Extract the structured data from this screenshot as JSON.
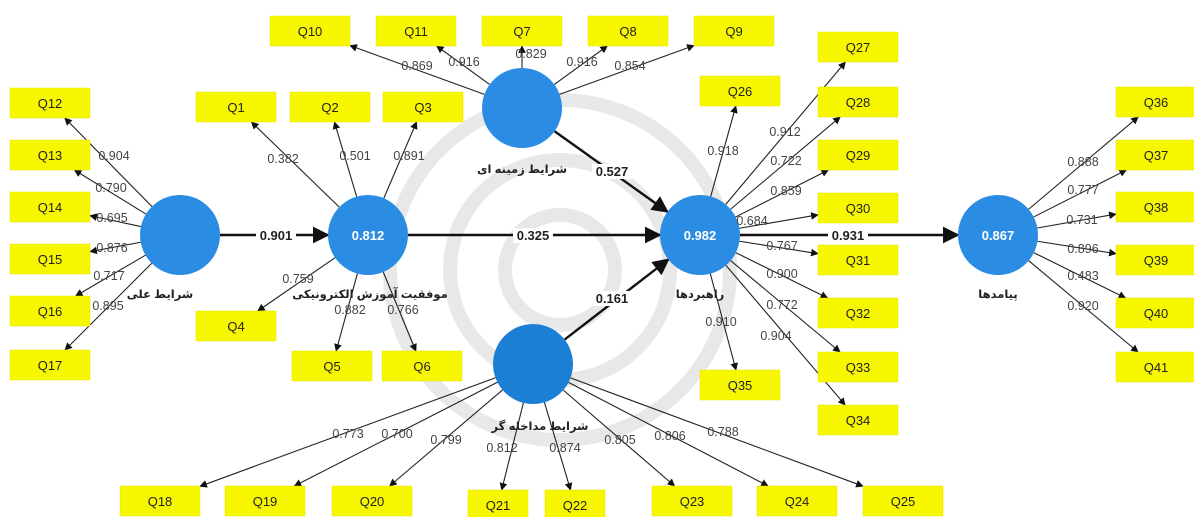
{
  "latent": {
    "causal": {
      "name": "شرایط علی",
      "value": "",
      "color": "#2b8ce3"
    },
    "elearning": {
      "name": "موفقیت آموزش الکترونیکی",
      "value": "0.812",
      "color": "#2b8ce3"
    },
    "context": {
      "name": "شرایط زمینه ای",
      "value": "",
      "color": "#2b8ce3"
    },
    "intervening": {
      "name": "شرایط مداخله گر",
      "value": "",
      "color": "#1c7fd6"
    },
    "strategies": {
      "name": "راهبردها",
      "value": "0.982",
      "color": "#2b8ce3"
    },
    "outcomes": {
      "name": "پیامدها",
      "value": "0.867",
      "color": "#2b8ce3"
    }
  },
  "paths": {
    "causal_elearning": "0.901",
    "elearning_strategies": "0.325",
    "context_strategies": "0.527",
    "intervening_strategies": "0.161",
    "strategies_outcomes": "0.931"
  },
  "indicators": {
    "q1": "Q1",
    "q2": "Q2",
    "q3": "Q3",
    "q4": "Q4",
    "q5": "Q5",
    "q6": "Q6",
    "q7": "Q7",
    "q8": "Q8",
    "q9": "Q9",
    "q10": "Q10",
    "q11": "Q11",
    "q12": "Q12",
    "q13": "Q13",
    "q14": "Q14",
    "q15": "Q15",
    "q16": "Q16",
    "q17": "Q17",
    "q18": "Q18",
    "q19": "Q19",
    "q20": "Q20",
    "q21": "Q21",
    "q22": "Q22",
    "q23": "Q23",
    "q24": "Q24",
    "q25": "Q25",
    "q26": "Q26",
    "q27": "Q27",
    "q28": "Q28",
    "q29": "Q29",
    "q30": "Q30",
    "q31": "Q31",
    "q32": "Q32",
    "q33": "Q33",
    "q34": "Q34",
    "q35": "Q35",
    "q36": "Q36",
    "q37": "Q37",
    "q38": "Q38",
    "q39": "Q39",
    "q40": "Q40",
    "q41": "Q41"
  },
  "loadings": {
    "q1": "0.382",
    "q2": "0.501",
    "q3": "0.891",
    "q4": "0.759",
    "q5": "0.882",
    "q6": "0.766",
    "q7": "0.829",
    "q8": "0.916",
    "q9": "0.854",
    "q10": "0.869",
    "q11": "0.916",
    "q12": "0.904",
    "q13": "0.790",
    "q14": "0.695",
    "q15": "0.876",
    "q16": "0.717",
    "q17": "0.895",
    "q18": "0.773",
    "q19": "0.700",
    "q20": "0.799",
    "q21": "0.812",
    "q22": "0.874",
    "q23": "0.805",
    "q24": "0.806",
    "q25": "0.788",
    "q26": "0.918",
    "q27": "0.912",
    "q28": "0.722",
    "q29": "0.859",
    "q30": "0.684",
    "q31": "0.767",
    "q32": "0.900",
    "q33": "0.772",
    "q34": "0.904",
    "q35": "0.910",
    "q36": "0.888",
    "q37": "0.777",
    "q38": "0.731",
    "q39": "0.896",
    "q40": "0.483",
    "q41": "0.920"
  }
}
